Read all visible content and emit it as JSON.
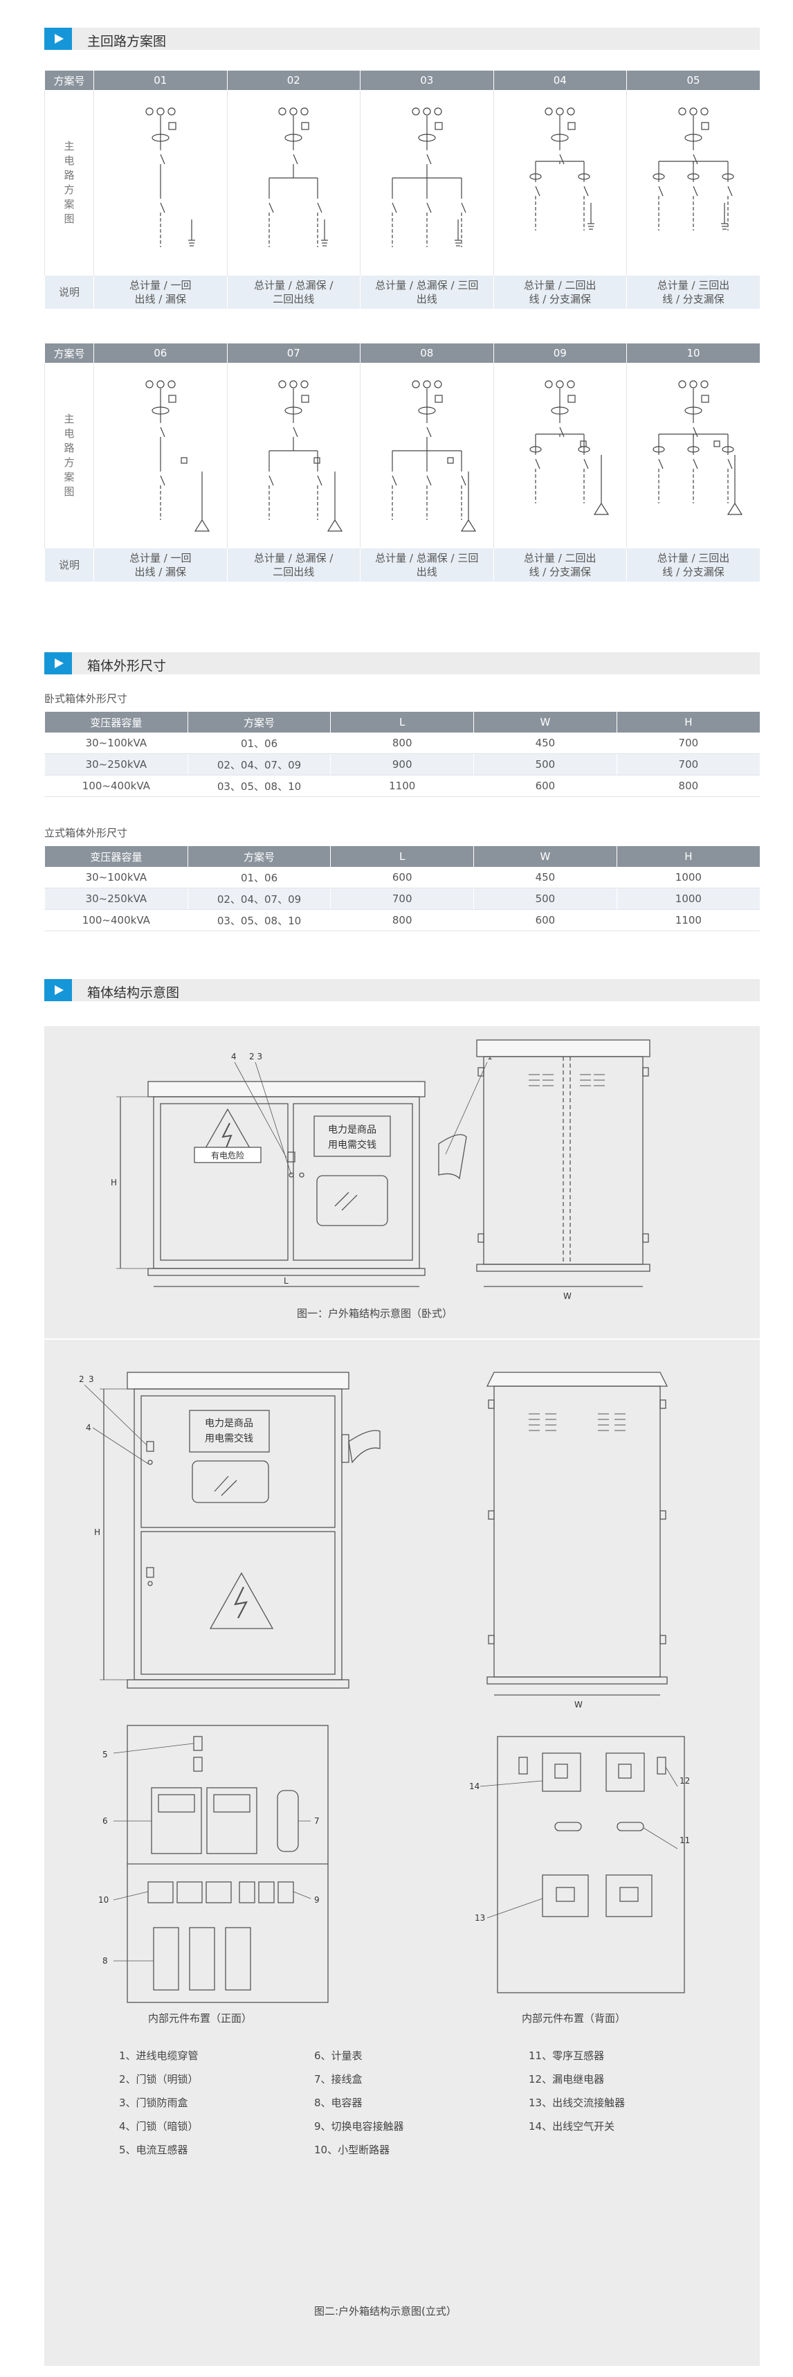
{
  "sections": {
    "main_circuit": "主回路方案图",
    "dimensions": "箱体外形尺寸",
    "structure": "箱体结构示意图"
  },
  "scheme": {
    "header_label": "方案号",
    "side_label": "主\n电\n路\n方\n案\n图",
    "note_label": "说明",
    "row1": {
      "numbers": [
        "01",
        "02",
        "03",
        "04",
        "05"
      ],
      "notes": [
        "总计量 / 一回\n出线 / 漏保",
        "总计量 / 总漏保 /\n二回出线",
        "总计量 / 总漏保 / 三回\n出线",
        "总计量 / 二回出\n线 / 分支漏保",
        "总计量 / 三回出\n线 / 分支漏保"
      ]
    },
    "row2": {
      "numbers": [
        "06",
        "07",
        "08",
        "09",
        "10"
      ],
      "notes": [
        "总计量 / 一回\n出线 / 漏保",
        "总计量 / 总漏保 /\n二回出线",
        "总计量 / 总漏保 / 三回\n出线",
        "总计量 / 二回出\n线 / 分支漏保",
        "总计量 / 三回出\n线 / 分支漏保"
      ]
    }
  },
  "horizontal_table": {
    "subtitle": "卧式箱体外形尺寸",
    "headers": [
      "变压器容量",
      "方案号",
      "L",
      "W",
      "H"
    ],
    "rows": [
      [
        "30~100kVA",
        "01、06",
        "800",
        "450",
        "700"
      ],
      [
        "30~250kVA",
        "02、04、07、09",
        "900",
        "500",
        "700"
      ],
      [
        "100~400kVA",
        "03、05、08、10",
        "1100",
        "600",
        "800"
      ]
    ]
  },
  "vertical_table": {
    "subtitle": "立式箱体外形尺寸",
    "headers": [
      "变压器容量",
      "方案号",
      "L",
      "W",
      "H"
    ],
    "rows": [
      [
        "30~100kVA",
        "01、06",
        "600",
        "450",
        "1000"
      ],
      [
        "30~250kVA",
        "02、04、07、09",
        "700",
        "500",
        "1000"
      ],
      [
        "100~400kVA",
        "03、05、08、10",
        "800",
        "600",
        "1100"
      ]
    ]
  },
  "figures": {
    "fig1_caption": "图一：户外箱结构示意图（卧式）",
    "fig2_caption": "图二:户外箱结构示意图(立式）",
    "front_layout": "内部元件布置（正面）",
    "back_layout": "内部元件布置（背面）",
    "door_sign": "电力是商品\n用电需交钱",
    "warn_sign": "有电危险",
    "dim_L": "L",
    "dim_W": "W",
    "dim_H": "H",
    "callouts_h": [
      "4",
      "2 3",
      "1"
    ],
    "callouts_v": [
      "2",
      "3",
      "4"
    ],
    "callouts_front": [
      "5",
      "6",
      "7",
      "8",
      "9",
      "10"
    ],
    "callouts_back": [
      "11",
      "12",
      "13",
      "14"
    ]
  },
  "legend": {
    "col1": [
      "1、进线电缆穿管",
      "2、门锁（明锁）",
      "3、门锁防雨盒",
      "4、门锁（暗锁）",
      "5、电流互感器"
    ],
    "col2": [
      "6、计量表",
      "7、接线盒",
      "8、电容器",
      "9、切换电容接触器",
      "10、小型断路器"
    ],
    "col3": [
      "11、零序互感器",
      "12、漏电继电器",
      "13、出线交流接触器",
      "14、出线空气开关"
    ]
  },
  "colors": {
    "accent": "#1596d8",
    "header_gray": "#8a939c",
    "note_blue": "#e8eef5",
    "panel_gray": "#ececec"
  }
}
